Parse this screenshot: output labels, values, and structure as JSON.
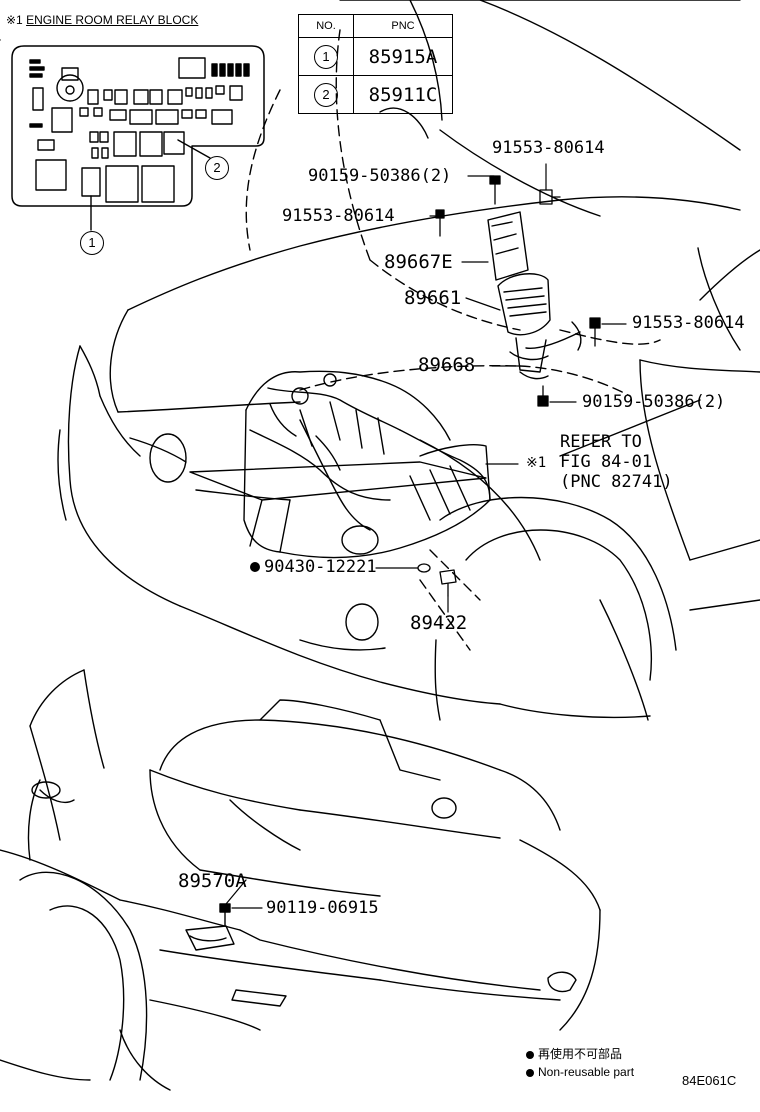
{
  "relay_block": {
    "marker": "※1",
    "title": "ENGINE ROOM RELAY BLOCK"
  },
  "pnc_table": {
    "headers": [
      "NO.",
      "PNC"
    ],
    "rows": [
      {
        "no": "1",
        "pnc": "85915A"
      },
      {
        "no": "2",
        "pnc": "85911C"
      }
    ]
  },
  "callouts": [
    "1",
    "2"
  ],
  "part_labels": {
    "p_91553_80614_top": "91553-80614",
    "p_90159_50386_top": "90159-50386(2)",
    "p_91553_80614_left": "91553-80614",
    "p_89667E": "89667E",
    "p_89661": "89661",
    "p_91553_80614_right": "91553-80614",
    "p_89668": "89668",
    "p_90159_50386_right": "90159-50386(2)",
    "p_90430_12221": "90430-12221",
    "p_89422": "89422",
    "p_89570A": "89570A",
    "p_90119_06915": "90119-06915"
  },
  "refer": {
    "marker": "※1",
    "line1": "REFER TO",
    "line2": "FIG 84-01",
    "line3": "(PNC 82741)"
  },
  "legend": {
    "item1": "再使用不可部品",
    "item2": "Non-reusable part"
  },
  "figure_code": "84E061C"
}
